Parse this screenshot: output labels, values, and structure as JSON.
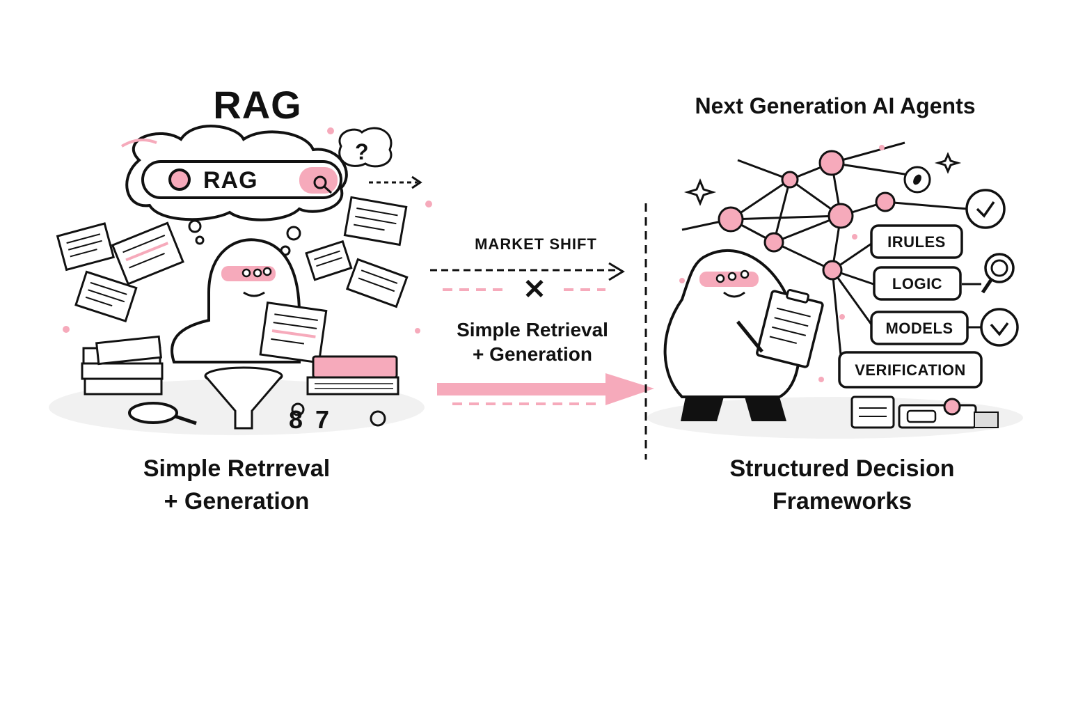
{
  "left": {
    "title": "RAG",
    "search_text": "RAG",
    "thought_mark": "?",
    "scribble": "8 7",
    "caption_line1": "Simple Retrreval",
    "caption_line2": "+ Generation"
  },
  "middle": {
    "shift_label": "MARKET SHIFT",
    "x_mark": "✕",
    "sub_line1": "Simple Retrieval",
    "sub_line2": "+ Generation"
  },
  "right": {
    "title": "Next Generation AI Agents",
    "pills": [
      "IRULES",
      "LOGIC",
      "MODELS",
      "VERIFICATION"
    ],
    "caption_line1": "Structured Decision",
    "caption_line2": "Frameworks"
  },
  "colors": {
    "accent_pink": "#f6aabb",
    "ink": "#111111",
    "paper": "#ffffff"
  },
  "icons": [
    "search-icon",
    "magnifier-icon",
    "check-icon",
    "sparkle-icon",
    "document-icon",
    "funnel-icon",
    "book-icon"
  ]
}
